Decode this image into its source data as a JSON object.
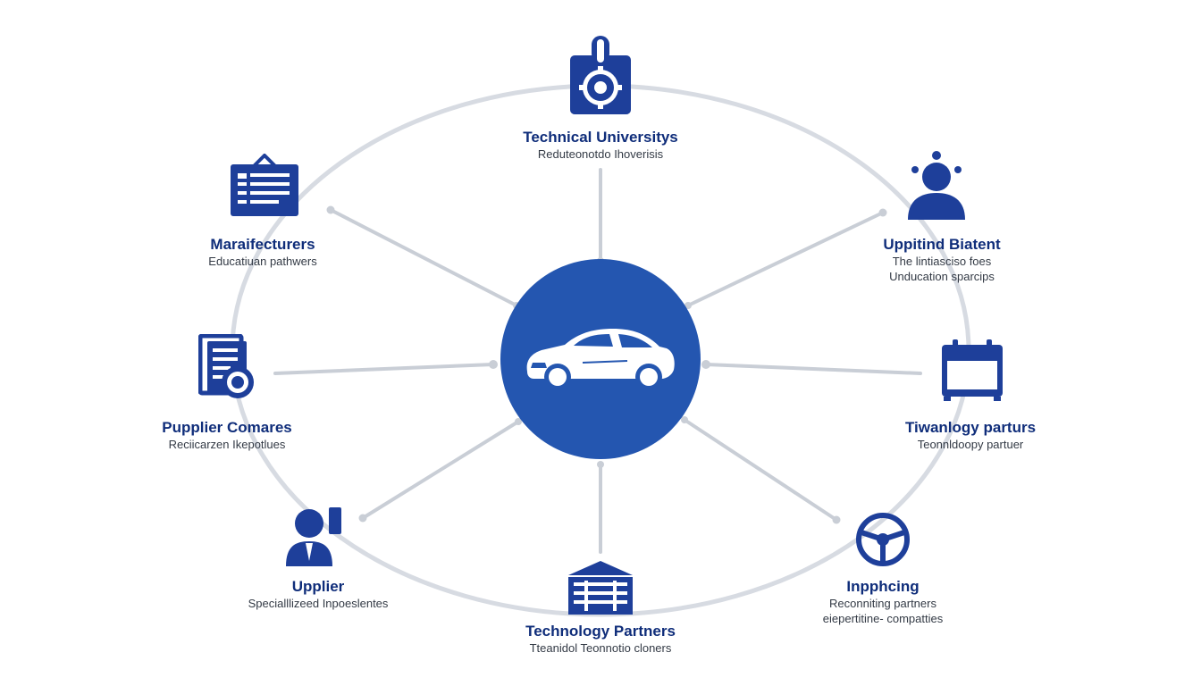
{
  "colors": {
    "primary": "#1e3f9a",
    "hub": "#2456b0",
    "ring": "#d7dbe2",
    "spoke": "#c9ced6"
  },
  "hub": {
    "icon": "car-icon"
  },
  "nodes": [
    {
      "id": "top",
      "icon": "gear-badge-icon",
      "title": "Technical Universitys",
      "lines": [
        "Reduteonotdo Ihoverisis"
      ]
    },
    {
      "id": "top-left",
      "icon": "clipboard-icon",
      "title": "Maraifecturers",
      "lines": [
        "Educatiuan pathwers"
      ]
    },
    {
      "id": "top-right",
      "icon": "person-network-icon",
      "title": "Uppitind Biatent",
      "lines": [
        "The lintiasciso foes",
        "Unducation sparcips"
      ]
    },
    {
      "id": "left",
      "icon": "document-gear-icon",
      "title": "Pupplier Comares",
      "lines": [
        "Reciicarzen Ikepotlues"
      ]
    },
    {
      "id": "right",
      "icon": "calendar-icon",
      "title": "Tiwanlogy parturs",
      "lines": [
        "Teonnldoopy partuer"
      ]
    },
    {
      "id": "bottom-left",
      "icon": "person-icon",
      "title": "Upplier",
      "lines": [
        "Specialllizeed Inpoeslentes"
      ]
    },
    {
      "id": "bottom-right",
      "icon": "steering-wheel-icon",
      "title": "Inpphcing",
      "lines": [
        "Reconniting partners",
        "eiepertitine- compatties"
      ]
    },
    {
      "id": "bottom",
      "icon": "building-icon",
      "title": "Technology Partners",
      "lines": [
        "Tteanidol Teonnotio cloners"
      ]
    }
  ]
}
